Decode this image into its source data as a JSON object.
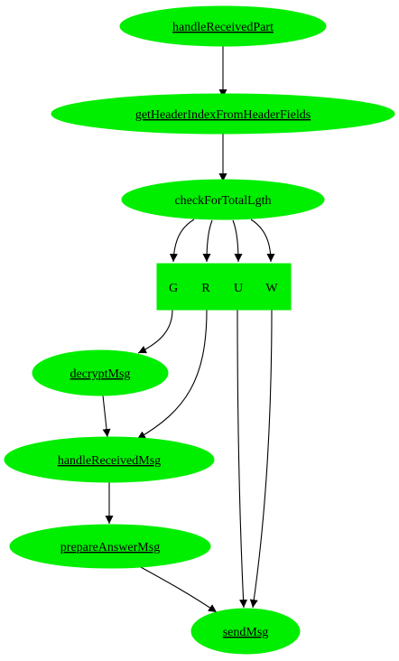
{
  "graph": {
    "node_color": "#00ee00",
    "edge_color": "#000000",
    "nodes": {
      "handle_received_part": "handleReceivedPart",
      "get_header_index": "getHeaderIndexFromHeaderFields",
      "check_total_length": "checkForTotalLgth",
      "decrypt_msg": "decryptMsg",
      "handle_received_msg": "handleReceivedMsg",
      "prepare_answer_msg": "prepareAnswerMsg",
      "send_msg": "sendMsg"
    },
    "record_fields": [
      "G",
      "R",
      "U",
      "W"
    ]
  }
}
